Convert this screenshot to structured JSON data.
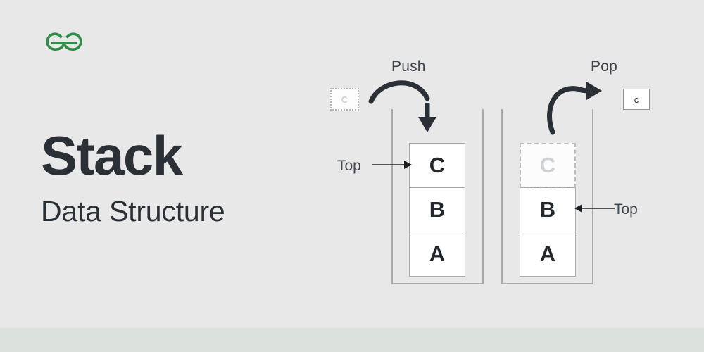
{
  "brand": {
    "logo_name": "geeksforgeeks-logo",
    "logo_color": "#2f8d46"
  },
  "theme": {
    "background": "#e8e8e8",
    "accent_band": "#dbe2dd",
    "text_dark": "#2b3036",
    "text_muted": "#41474d",
    "stroke_gray": "#a8aaac",
    "ghost_gray": "#cfd1d3",
    "arrow_dark": "#2b3036"
  },
  "title": {
    "main": "Stack",
    "subtitle": "Data Structure"
  },
  "operations": [
    {
      "name": "push",
      "label": "Push",
      "pointer_label": "Top",
      "pointer_direction": "right",
      "token": {
        "value": "C",
        "state": "incoming-ghost"
      },
      "cells": [
        {
          "value": "C",
          "state": "filled",
          "is_top": true
        },
        {
          "value": "B",
          "state": "filled",
          "is_top": false
        },
        {
          "value": "A",
          "state": "filled",
          "is_top": false
        }
      ]
    },
    {
      "name": "pop",
      "label": "Pop",
      "pointer_label": "Top",
      "pointer_direction": "left",
      "token": {
        "value": "c",
        "state": "outgoing"
      },
      "cells": [
        {
          "value": "C",
          "state": "removed-ghost",
          "is_top": false
        },
        {
          "value": "B",
          "state": "filled",
          "is_top": true
        },
        {
          "value": "A",
          "state": "filled",
          "is_top": false
        }
      ]
    }
  ]
}
